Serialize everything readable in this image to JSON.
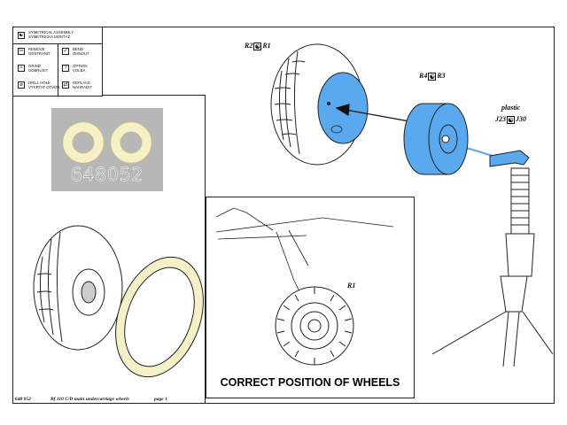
{
  "legend": {
    "items": [
      {
        "icon": "mirror-symmetry-icon",
        "glyph": "☯",
        "line1": "SYMETRICAL ASSEMBLY",
        "line2": "SYMETRICKÁ MONTÁŽ"
      },
      {
        "icon": "remove-icon",
        "glyph": "✂",
        "line1": "REMOVE",
        "line2": "ODSTRANIT"
      },
      {
        "icon": "bend-icon",
        "glyph": "✓",
        "line1": "BEND",
        "line2": "OHNOUT"
      },
      {
        "icon": "grind-icon",
        "glyph": "≈",
        "line1": "GRIND",
        "line2": "ODBRUSIT"
      },
      {
        "icon": "option-icon",
        "glyph": "?",
        "line1": "OPTION",
        "line2": "VOLBA"
      },
      {
        "icon": "drill-icon",
        "glyph": "⌀",
        "line1": "DRILL HOLE",
        "line2": "VYVRTAT OTVOR"
      },
      {
        "icon": "replace-icon",
        "glyph": "⇄",
        "line1": "REPLACE",
        "line2": "NAHRADIT"
      }
    ]
  },
  "stamp": {
    "number": "648052"
  },
  "parts": {
    "r2r1": {
      "left": "R2",
      "right": "R1"
    },
    "r4r3": {
      "left": "R4",
      "right": "R3"
    },
    "plastic": {
      "word": "plastic",
      "left": "J23",
      "right": "J30"
    },
    "r1": "R1"
  },
  "caption": "CORRECT POSITION OF WHEELS",
  "footer": {
    "code": "648 052",
    "title": "Bf 110 C/D main undercarriage wheels",
    "page": "page 1"
  },
  "colors": {
    "hub_blue": "#5aa9ee",
    "ring_cream": "#f6f0c7",
    "ring_edge": "#c9bd7d",
    "stamp_gray": "#b7b7b7"
  }
}
